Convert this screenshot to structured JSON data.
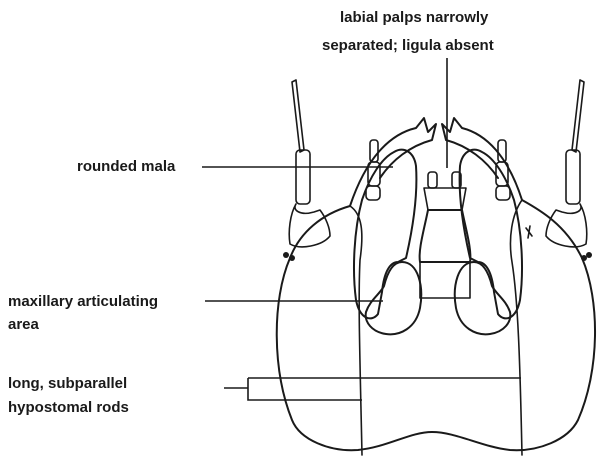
{
  "labels": {
    "top_line1": "labial palps narrowly",
    "top_line2": "separated; ligula absent",
    "mala": "rounded mala",
    "maxillary_line1": "maxillary articulating",
    "maxillary_line2": "area",
    "hypostomal_line1": "long, subparallel",
    "hypostomal_line2": "hypostomal rods"
  },
  "colors": {
    "ink": "#1a1a1a",
    "background": "#ffffff"
  }
}
